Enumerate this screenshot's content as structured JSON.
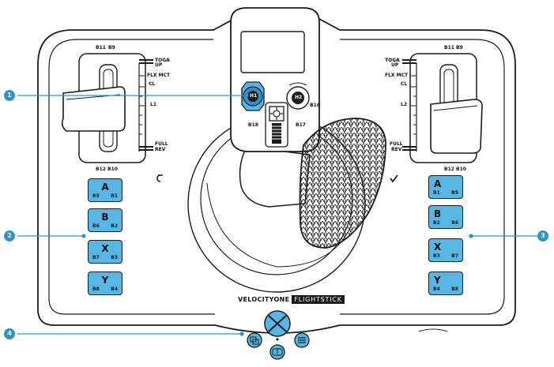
{
  "callouts": [
    "1",
    "2",
    "3",
    "4"
  ],
  "brand": {
    "name": "VELOCITYONE",
    "product": "FLIGHTSTICK"
  },
  "left_keys": [
    {
      "label": "A",
      "bl": "B5",
      "br": "B1"
    },
    {
      "label": "B",
      "bl": "B6",
      "br": "B2"
    },
    {
      "label": "X",
      "bl": "B7",
      "br": "B3"
    },
    {
      "label": "Y",
      "bl": "B8",
      "br": "B4"
    }
  ],
  "right_keys": [
    {
      "label": "A",
      "bl": "B1",
      "br": "B5"
    },
    {
      "label": "B",
      "bl": "B2",
      "br": "B6"
    },
    {
      "label": "X",
      "bl": "B3",
      "br": "B7"
    },
    {
      "label": "Y",
      "bl": "B4",
      "br": "B8"
    }
  ],
  "left_throttle": {
    "top_left": "B11",
    "top_right": "B9",
    "bottom_left": "B12",
    "bottom_right": "B10"
  },
  "right_throttle": {
    "top_left": "B11",
    "top_right": "B9",
    "bottom_left": "B12",
    "bottom_right": "B10"
  },
  "detents_left": {
    "toga": "TOGA",
    "up": "UP",
    "flx": "FLX MCT",
    "cl": "CL",
    "l1": "L1",
    "full": "FULL",
    "rev": "REV"
  },
  "detents_right": {
    "toga": "TOGA",
    "up": "UP",
    "flx": "FLX MCT",
    "cl": "CL",
    "l2": "L2",
    "full": "FULL",
    "rev": "REV"
  },
  "stick": {
    "hat_left": "H1",
    "hat_right": "H2",
    "b18": "B18",
    "b17": "B17",
    "b16": "B16"
  },
  "colors": {
    "accent": "#2f93c9",
    "key_fill": "#58b6e4",
    "outline": "#1b1b1b"
  }
}
